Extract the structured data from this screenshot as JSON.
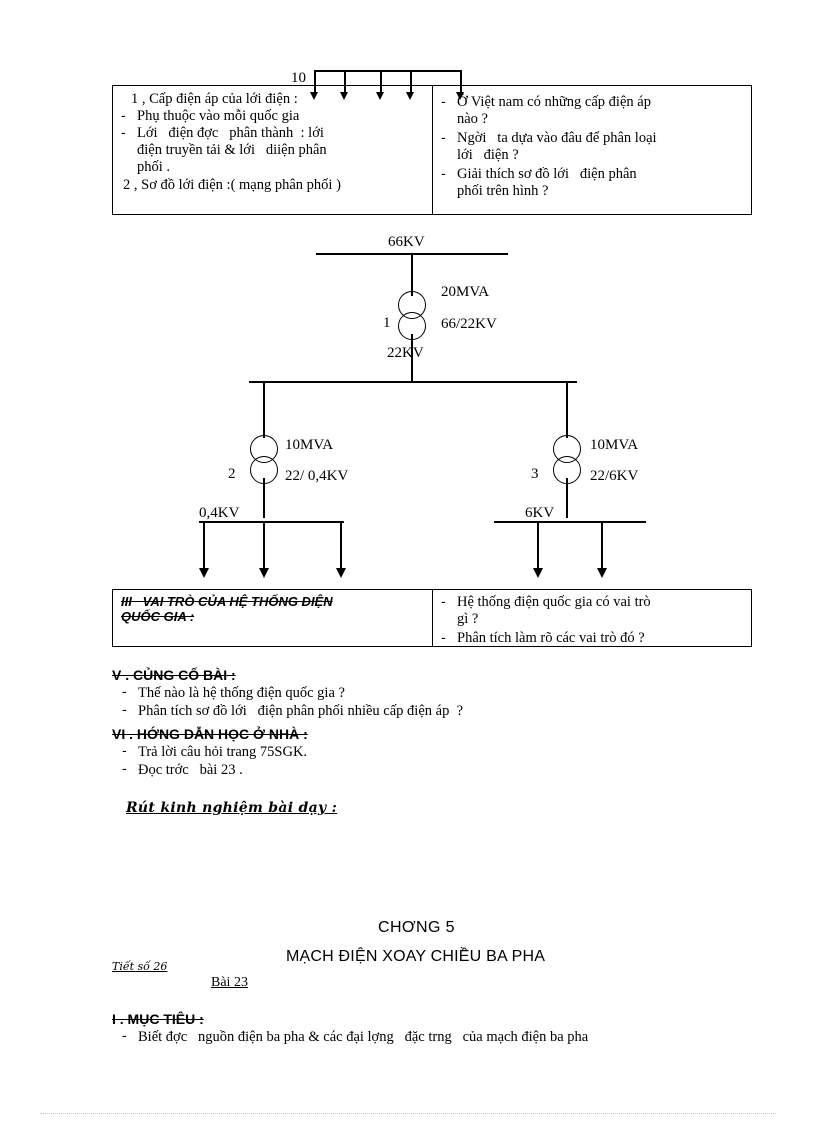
{
  "page": {
    "number_marker": "10"
  },
  "table_top": {
    "left_cell": {
      "item1": "1 , Cấp điện áp của lới   điện :",
      "bullets": [
        "Phụ thuộc vào mỗi quốc gia",
        "Lới   điện đợc   phân thành  : lới\nđiện truyền tải & lới   diiện phân\nphối ."
      ],
      "item2": "2 , Sơ đồ lới   điện :( mạng phân phối )"
    },
    "right_cell": {
      "bullets": [
        "Ở Việt nam có những cấp điện áp\nnào ?",
        "Ngời   ta dựa vào đâu để phân loại\nlới   điện ?",
        "Giải thích sơ đồ lới   điện phân\nphối trên hình ?"
      ]
    },
    "bullet_mark": "-"
  },
  "diagram": {
    "bus_66kv_label": "66KV",
    "transformer1": {
      "number": "1",
      "rating": "20MVA",
      "ratio": "66/22KV"
    },
    "bus_22kv_label": "22KV",
    "transformer2": {
      "number": "2",
      "rating": "10MVA",
      "ratio": "22/ 0,4KV"
    },
    "transformer3": {
      "number": "3",
      "rating": "10MVA",
      "ratio": "22/6KV"
    },
    "bus_04kv_label": "0,4KV",
    "bus_6kv_label": "6KV"
  },
  "table_bottom": {
    "left_heading": "III   VAI TRÒ CỦA HỆ THỐNG ĐIỆN\nQUỐC GIA :",
    "right_bullets": [
      "Hệ thống điện quốc gia có vai trò\ngì ?",
      "Phân tích làm rõ các vai trò đó ?"
    ],
    "bullet_mark": "-"
  },
  "section_v": {
    "heading": "V . CỦNG CỐ BÀI :",
    "bullets": [
      "Thế nào là hệ thống điện quốc gia ?",
      "Phân tích sơ đồ lới   điện phân phối nhiều cấp điện áp  ?"
    ],
    "bullet_mark": "-"
  },
  "section_vi": {
    "heading": "VI . HỚNG   DẪN HỌC Ở NHÀ :",
    "bullets": [
      "Trả lời câu hỏi trang 75SGK.",
      "Đọc trớc   bài 23 ."
    ],
    "bullet_mark": "-"
  },
  "note": {
    "text": "Rút kinh nghiệm bài dạy :"
  },
  "chapter": {
    "tiet_so": "Tiết số 26",
    "chuong": "CHƠNG   5",
    "title": "MẠCH ĐIỆN XOAY CHIỀU BA PHA",
    "bai": "Bài 23"
  },
  "section_i": {
    "heading": "I . MỤC TIÊU :",
    "bullets": [
      "Biết đợc   nguồn điện ba pha & các đại lợng   đặc trng   của mạch điện ba pha"
    ],
    "bullet_mark": "-"
  }
}
